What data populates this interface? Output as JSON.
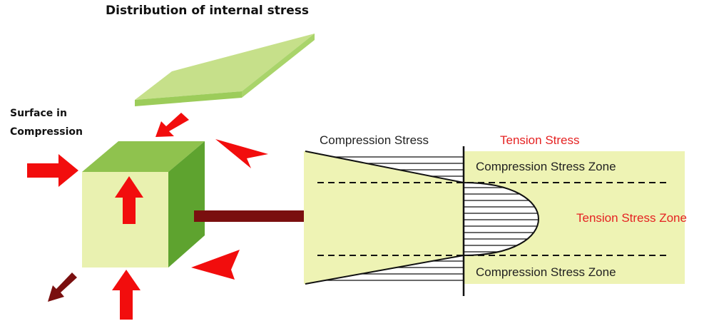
{
  "title": "Distribution of  internal stress",
  "surface_label": {
    "line1": "Surface in",
    "line2": "Compression"
  },
  "stress_labels": {
    "compression": "Compression Stress",
    "tension": "Tension Stress"
  },
  "zones": {
    "top": "Compression Stress Zone",
    "middle": "Tension Stress Zone",
    "bottom": "Compression Stress Zone"
  },
  "colors": {
    "panel_fill": "#eef3b4",
    "cube_top": "#8fc24e",
    "cube_side": "#5ea32f",
    "cube_front": "#e9f1b0",
    "arrow_red": "#f20d0d",
    "arrow_dark_red": "#7a0f0f",
    "tension_text": "#e52222"
  }
}
